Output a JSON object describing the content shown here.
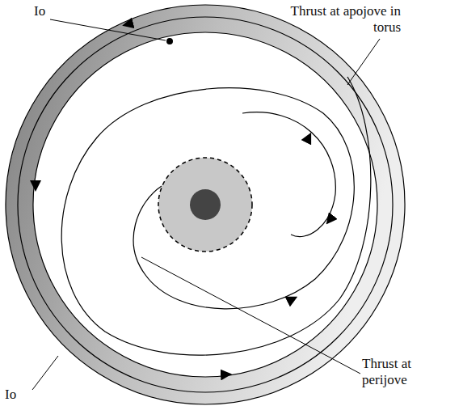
{
  "diagram": {
    "labels": [
      "Io",
      "Thrust at apojove in torus",
      "Thrust at perijove",
      "Io"
    ]
  }
}
